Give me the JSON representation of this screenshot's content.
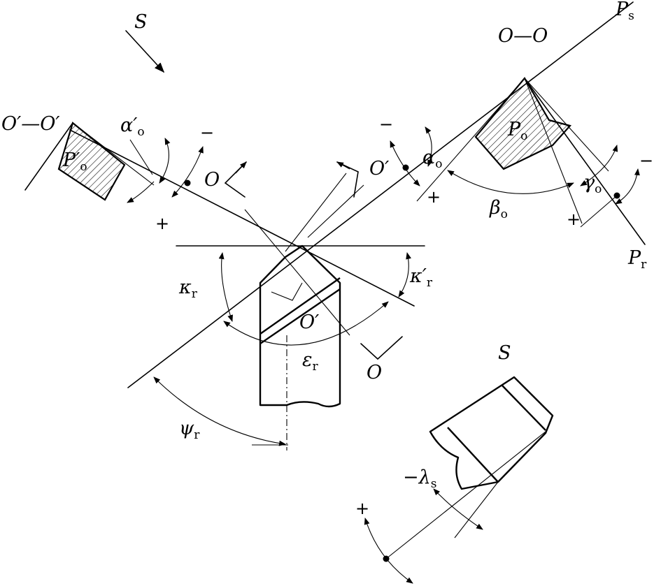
{
  "labels": {
    "S_top": "S",
    "S_bottom": "S",
    "OO_section": "O—O",
    "O1O1_section": "O′—O′",
    "Ps": {
      "main": "P",
      "sub": "s"
    },
    "Pr": {
      "main": "P",
      "sub": "r"
    },
    "Po": {
      "main": "P",
      "sub": "o"
    },
    "Po_prime": {
      "main": "P′",
      "sub": "o"
    },
    "alpha_o": {
      "main": "α",
      "sub": "o"
    },
    "alpha_o_prime": {
      "main": "α′",
      "sub": "o"
    },
    "beta_o": {
      "main": "β",
      "sub": "o"
    },
    "gamma_o": {
      "main": "γ",
      "sub": "o"
    },
    "kappa_r": {
      "main": "κ",
      "sub": "r"
    },
    "kappa_r_prime": {
      "main": "κ′",
      "sub": "r"
    },
    "epsilon_r": {
      "main": "ε",
      "sub": "r"
    },
    "psi_r": {
      "main": "ψ",
      "sub": "r"
    },
    "lambda_s": {
      "main": "−λ",
      "sub": "s"
    },
    "O_marker_left": "O",
    "O_marker_bottom": "O",
    "O_prime_marker_right": "O′",
    "O_prime_marker_center": "O′"
  },
  "signs": {
    "plus": "+",
    "minus": "−"
  }
}
